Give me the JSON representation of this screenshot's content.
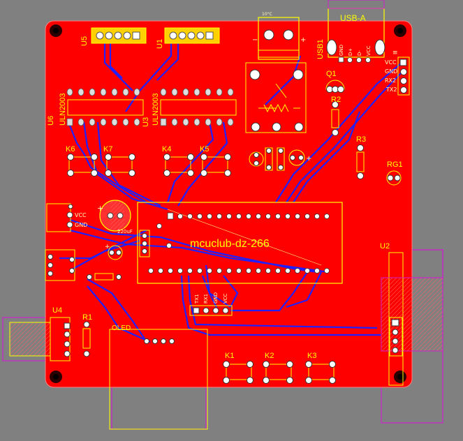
{
  "board": {
    "silkscreen_title": "mcuclub-dz-266",
    "colors": {
      "copper": "#ff0000",
      "bottom_trace": "#2020ff",
      "silk": "#ffff00",
      "keepout": "#cc22cc",
      "background": "#808080",
      "pad": "#c0c0c0"
    }
  },
  "components": {
    "u5": "U5",
    "u1": "U1",
    "u6": "U6",
    "u6_part": "ULN2003",
    "u3": "U3",
    "u3_part": "ULN2003",
    "usb_label": "USB-A",
    "usb_ref": "USB1",
    "usb_pins": [
      "GND",
      "D+",
      "D-",
      "VCC"
    ],
    "q1": "Q1",
    "r2": "R2",
    "r3": "R3",
    "rg1": "RG1",
    "k6": "K6",
    "k7": "K7",
    "k4": "K4",
    "k5": "K5",
    "k1": "K1",
    "k2": "K2",
    "k3": "K3",
    "u2": "U2",
    "u4": "U4",
    "r1": "R1",
    "oled": "OLED",
    "serial_pins": [
      "VCC",
      "GND",
      "RX2",
      "TX2"
    ],
    "power_pins": [
      "VCC",
      "GND"
    ],
    "cap_label": "220uF",
    "jumper_pins": [
      "TX1",
      "RX1",
      "GND",
      "VCC"
    ],
    "terminal_top": "10°C"
  }
}
